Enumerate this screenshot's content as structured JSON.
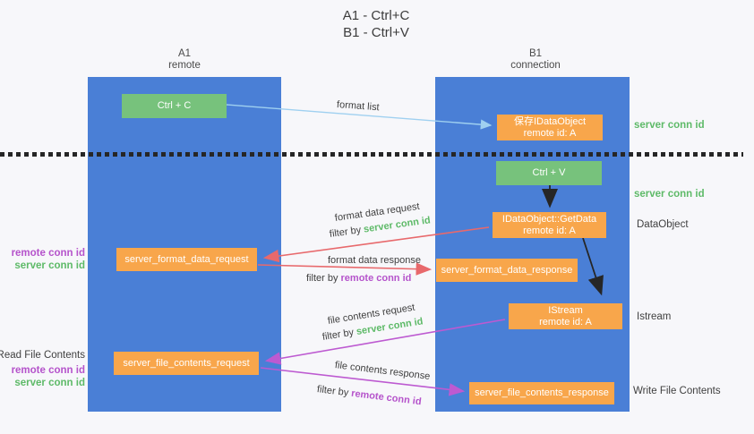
{
  "title": {
    "line1": "A1 - Ctrl+C",
    "line2": "B1 - Ctrl+V"
  },
  "lanes": {
    "left": {
      "name": "A1",
      "subtitle": "remote"
    },
    "right": {
      "name": "B1",
      "subtitle": "connection"
    }
  },
  "nodes": {
    "ctrl_c": {
      "label": "Ctrl + C"
    },
    "save_idataobject": {
      "line1": "保存IDataObject",
      "line2": "remote id: A"
    },
    "ctrl_v": {
      "label": "Ctrl + V"
    },
    "getdata": {
      "line1": "IDataObject::GetData",
      "line2": "remote id: A"
    },
    "server_format_data_request": {
      "label": "server_format_data_request"
    },
    "server_format_data_response": {
      "label": "server_format_data_response"
    },
    "istream": {
      "line1": "IStream",
      "line2": "remote id: A"
    },
    "server_file_contents_request": {
      "label": "server_file_contents_request"
    },
    "server_file_contents_response": {
      "label": "server_file_contents_response"
    }
  },
  "flow_labels": {
    "format_list": "format list",
    "format_data_request": "format data request",
    "format_data_response": "format data response",
    "file_contents_request": "file contents request",
    "file_contents_response": "file contents response",
    "filter_by": "filter by ",
    "server_conn_id": "server conn id",
    "remote_conn_id": "remote conn id"
  },
  "side_labels": {
    "right": {
      "server_conn_id_top": "server conn id",
      "server_conn_id_mid": "server conn id",
      "dataobject": "DataObject",
      "istream": "Istream",
      "write_file_contents": "Write File Contents"
    },
    "left": {
      "remote_conn_id_format": "remote conn id",
      "server_conn_id_format": "server conn id",
      "read_file_contents": "Read File Contents",
      "remote_conn_id_file": "remote conn id",
      "server_conn_id_file": "server conn id"
    }
  },
  "colors": {
    "lane_blue": "#4a7fd6",
    "node_orange": "#f8a64b",
    "node_green": "#77c27c",
    "text_green": "#5eba68",
    "text_purple": "#b553cb",
    "arrow_red": "#e8696c",
    "arrow_purple": "#bd5ad1",
    "arrow_blue": "#9fd0f0",
    "arrow_black": "#262626",
    "text_dark": "#3f3f3f",
    "background": "#f7f7fa"
  }
}
